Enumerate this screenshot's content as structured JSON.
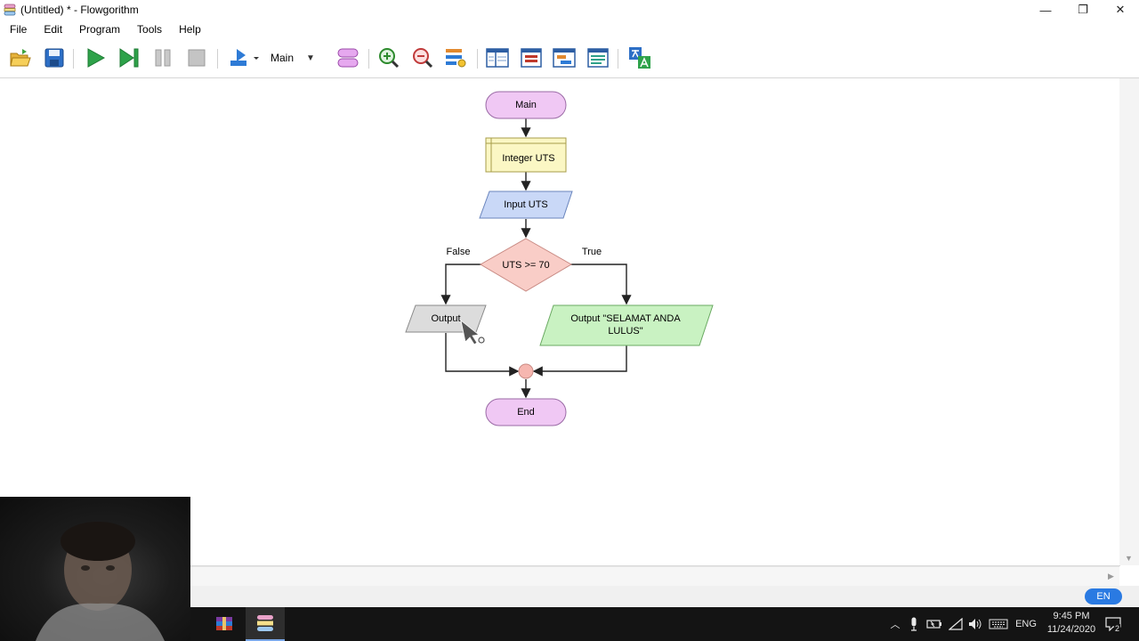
{
  "window": {
    "title": "(Untitled) * - Flowgorithm"
  },
  "window_controls": {
    "minimize": "—",
    "restore": "❐",
    "close": "✕"
  },
  "menu": [
    "File",
    "Edit",
    "Program",
    "Tools",
    "Help"
  ],
  "toolbar": {
    "function_name": "Main",
    "icons": [
      "open-folder-icon",
      "save-icon",
      "run-icon",
      "step-icon",
      "pause-icon",
      "stop-icon",
      "layout-icon",
      "shape-style-icon",
      "zoom-in-icon",
      "zoom-out-icon",
      "align-icon",
      "variable-watch-icon",
      "console-icon",
      "chart-window-icon",
      "source-code-icon",
      "translate-icon"
    ]
  },
  "flowchart": {
    "start": "Main",
    "declare": "Integer UTS",
    "input": "Input UTS",
    "decision": "UTS >= 70",
    "false_label": "False",
    "true_label": "True",
    "output_false": "Output",
    "output_true": "Output \"SELAMAT ANDA LULUS\"",
    "end": "End"
  },
  "colors": {
    "terminal": "#f0c8f4",
    "declare": "#fbf7c4",
    "input": "#c9d8f7",
    "decision": "#f9cdc7",
    "output_false": "#dcdcdc",
    "output_true": "#c9f2c2",
    "connector": "#f6b7b0"
  },
  "status": {
    "language": "EN"
  },
  "taskbar": {
    "language": "ENG",
    "time": "9:45 PM",
    "date": "11/24/2020",
    "notification_count": "2"
  }
}
